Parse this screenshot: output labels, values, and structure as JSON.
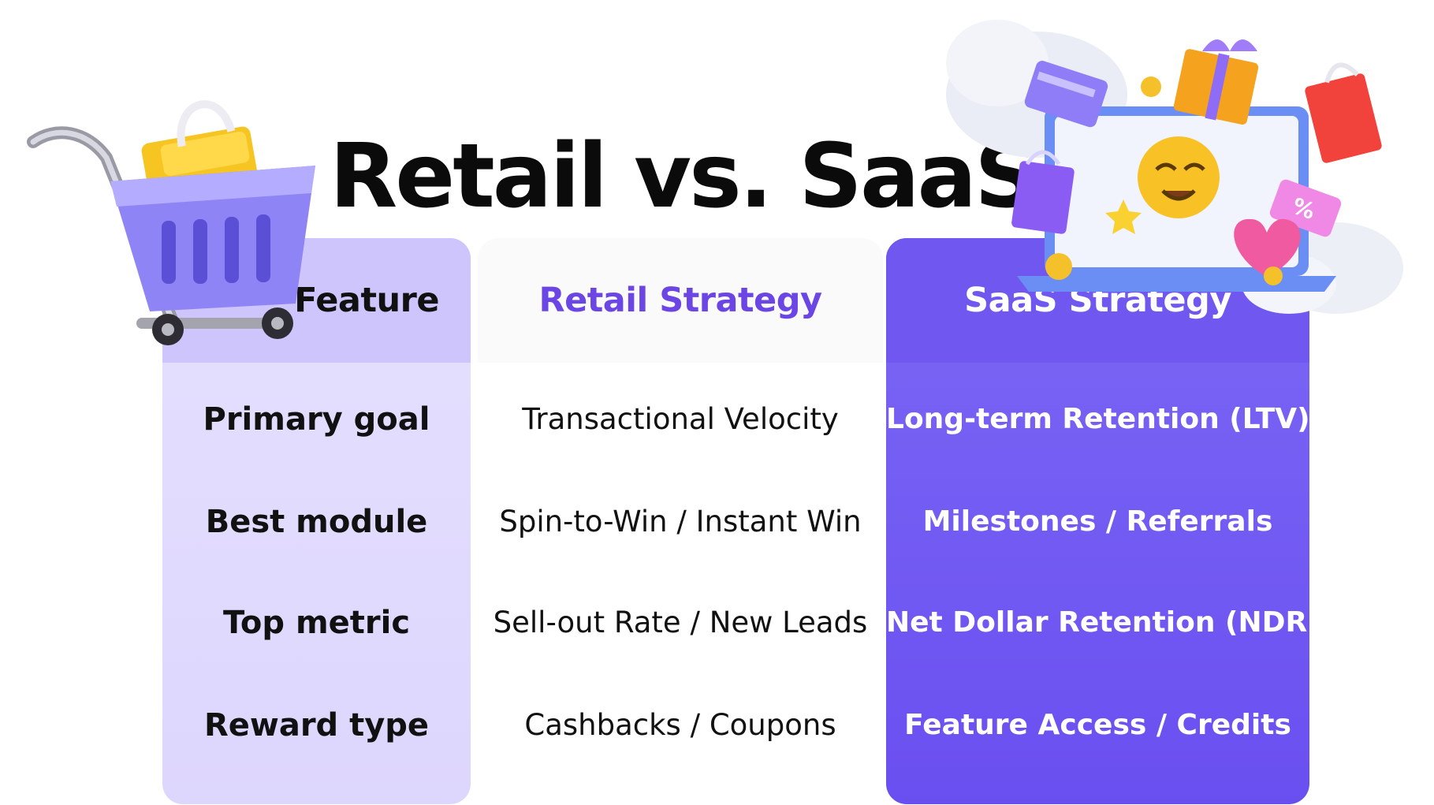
{
  "title": "Retail vs. SaaS",
  "columns": {
    "feature": {
      "header": "Feature",
      "rows": [
        "Primary goal",
        "Best module",
        "Top metric",
        "Reward type"
      ]
    },
    "retail": {
      "header": "Retail Strategy",
      "rows": [
        "Transactional Velocity",
        "Spin-to-Win / Instant Win",
        "Sell-out Rate / New Leads",
        "Cashbacks / Coupons"
      ]
    },
    "saas": {
      "header": "SaaS Strategy",
      "rows": [
        "Long-term Retention (LTV)",
        "Milestones / Referrals",
        "Net Dollar Retention (NDR)",
        "Feature Access / Credits"
      ]
    }
  },
  "decorations": {
    "left": "shopping-cart-illustration",
    "right": "laptop-gifts-illustration",
    "right_badge": "%"
  },
  "colors": {
    "accent": "#6b46e5",
    "saas_column": "#7b68f5",
    "feature_column": "#e5e0ff"
  }
}
